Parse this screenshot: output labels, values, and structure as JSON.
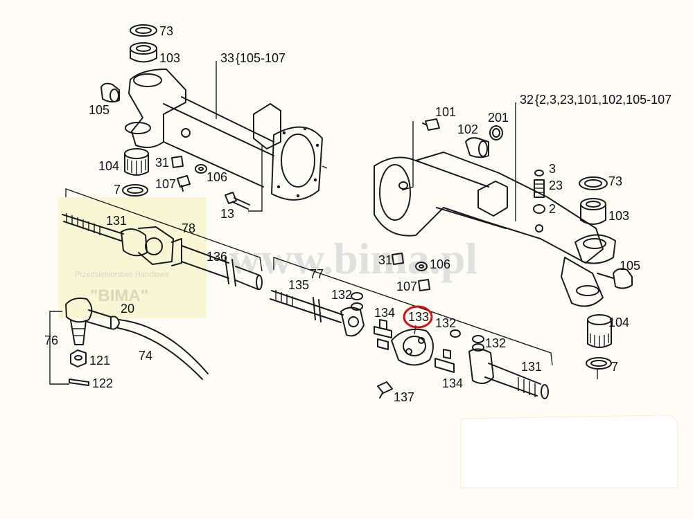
{
  "watermark": {
    "url": "www.bima.pl",
    "company_line": "Przedsiębiorstwo Handlowe",
    "company_name": "\"BIMA\""
  },
  "colors": {
    "background": "#fdfdf6",
    "line": "#1a1a1a",
    "highlight": "#d01010",
    "logo_box": "#f5f3c8"
  },
  "highlighted_part": "133",
  "labels": {
    "l73a": "73",
    "l103a": "103",
    "l33": "33",
    "l33_range": "{105-107",
    "l105a": "105",
    "l104a": "104",
    "l7a": "7",
    "l31a": "31",
    "l107a": "107",
    "l106a": "106",
    "l13": "13",
    "l131a": "131",
    "l78": "78",
    "l136": "136",
    "l76": "76",
    "l20": "20",
    "l74": "74",
    "l121": "121",
    "l122": "122",
    "l77": "77",
    "l135": "135",
    "l132a": "132",
    "l134a": "134",
    "l133": "133",
    "l132b": "132",
    "l132c": "132",
    "l137": "137",
    "l134b": "134",
    "l131b": "131",
    "l101": "101",
    "l102": "102",
    "l201": "201",
    "l32": "32",
    "l32_range": "{2,3,23,101,102,105-107",
    "l3": "3",
    "l23": "23",
    "l2": "2",
    "l73b": "73",
    "l103b": "103",
    "l31b": "31",
    "l106b": "106",
    "l107b": "107",
    "l105b": "105",
    "l104b": "104",
    "l7b": "7"
  }
}
